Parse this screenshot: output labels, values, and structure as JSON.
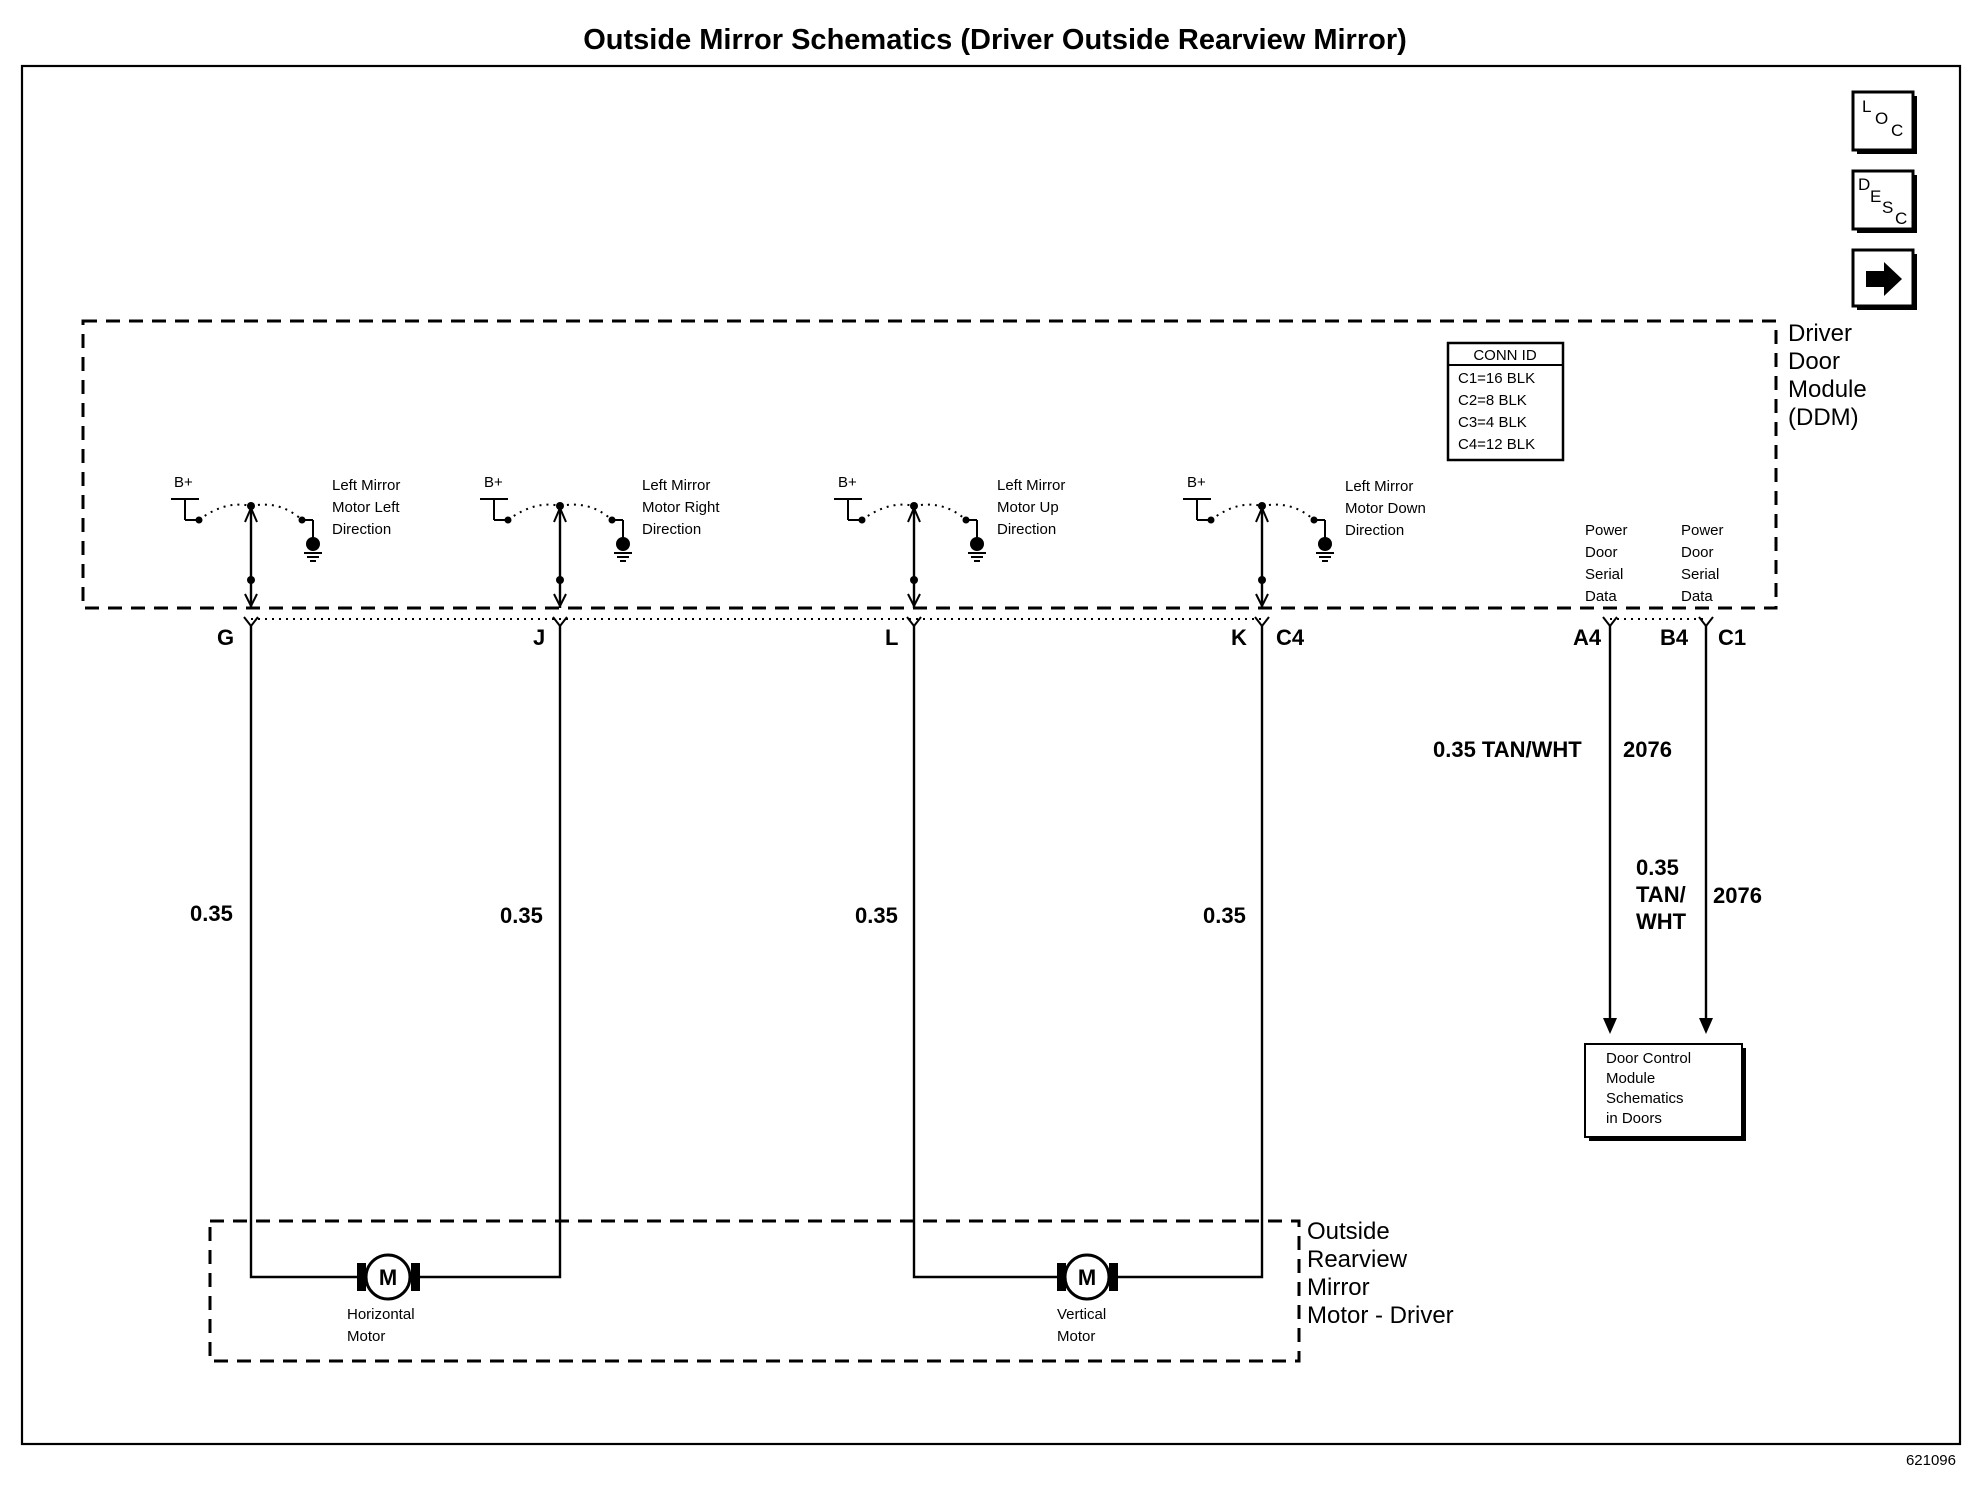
{
  "title": "Outside Mirror Schematics (Driver Outside Rearview Mirror)",
  "nav_icons": [
    {
      "name": "loc-icon",
      "letters": [
        "L",
        "O",
        "C"
      ]
    },
    {
      "name": "desc-icon",
      "letters": [
        "D",
        "E",
        "S",
        "C"
      ]
    },
    {
      "name": "next-arrow-icon",
      "glyph": "➡"
    }
  ],
  "ddm": {
    "label_lines": [
      "Driver",
      "Door",
      "Module",
      "(DDM)"
    ],
    "conn_id": {
      "header": "CONN ID",
      "rows": [
        "C1=16 BLK",
        "C2=8 BLK",
        "C3=4 BLK",
        "C4=12 BLK"
      ]
    },
    "switches": [
      {
        "supply": "B+",
        "label_lines": [
          "Left Mirror",
          "Motor Left",
          "Direction"
        ]
      },
      {
        "supply": "B+",
        "label_lines": [
          "Left Mirror",
          "Motor Right",
          "Direction"
        ]
      },
      {
        "supply": "B+",
        "label_lines": [
          "Left Mirror",
          "Motor Up",
          "Direction"
        ]
      },
      {
        "supply": "B+",
        "label_lines": [
          "Left Mirror",
          "Motor Down",
          "Direction"
        ]
      }
    ],
    "serial_labels": [
      [
        "Power",
        "Door",
        "Serial",
        "Data"
      ],
      [
        "Power",
        "Door",
        "Serial",
        "Data"
      ]
    ]
  },
  "pins": {
    "motor_pins": [
      "G",
      "J",
      "L",
      "K"
    ],
    "motor_connector": "C4",
    "serial_pins": [
      "A4",
      "B4"
    ],
    "serial_connector": "C1"
  },
  "wires": {
    "motor_gauges": [
      "0.35",
      "0.35",
      "0.35",
      "0.35"
    ],
    "serial_a": {
      "spec": "0.35 TAN/WHT",
      "circuit": "2076"
    },
    "serial_b": {
      "spec_lines": [
        "0.35",
        "TAN/",
        "WHT"
      ],
      "circuit": "2076"
    }
  },
  "dcm_box": {
    "lines": [
      "Door Control",
      "Module",
      "Schematics",
      "in Doors"
    ]
  },
  "mirror": {
    "label_lines": [
      "Outside",
      "Rearview",
      "Mirror",
      "Motor - Driver"
    ],
    "motors": [
      {
        "symbol": "M",
        "label_lines": [
          "Horizontal",
          "Motor"
        ]
      },
      {
        "symbol": "M",
        "label_lines": [
          "Vertical",
          "Motor"
        ]
      }
    ]
  },
  "figure_number": "621096"
}
